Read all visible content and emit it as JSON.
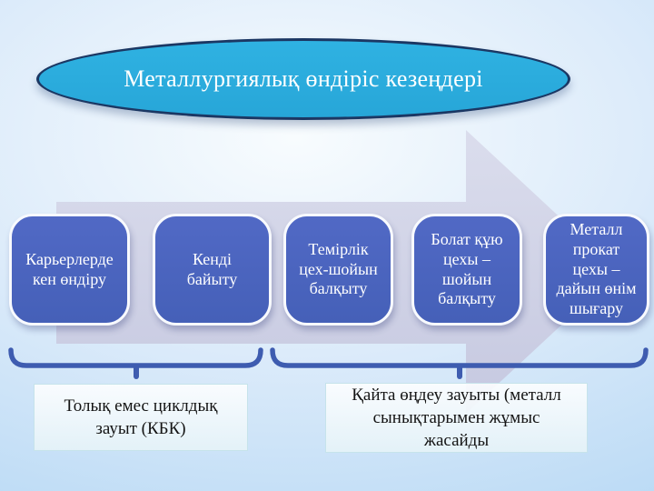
{
  "slide": {
    "title": "Металлургиялық өндіріс кезеңдері",
    "stages": [
      {
        "label": "Карьерлерде\nкен өндіру"
      },
      {
        "label": "Кенді\nбайыту"
      },
      {
        "label": "Темірлік\nцех-шойын\nбалқыту"
      },
      {
        "label": "Болат құю\nцехы –\nшойын\nбалқыту"
      },
      {
        "label": "Металл\nпрокат\nцехы –\nдайын өнім\nшығару"
      }
    ],
    "notes": [
      {
        "label": "Толық емес циклдық\nзауыт (КБК)"
      },
      {
        "label": "Қайта өңдеу зауыты (металл\nсынықтарымен жұмыс\nжасайды"
      }
    ],
    "colors": {
      "title_fill": "#29ABDC",
      "title_border": "#1B3763",
      "stage_fill": "#4A64BE",
      "stage_border": "#FFFFFF",
      "arrow_fill": "#CBCDE4",
      "bracket": "#3E5CB0",
      "note_bg": "#F4FAFC",
      "note_border": "#C6E3EB",
      "text_on_blue": "#FFFFFF",
      "note_text": "#141414"
    }
  }
}
